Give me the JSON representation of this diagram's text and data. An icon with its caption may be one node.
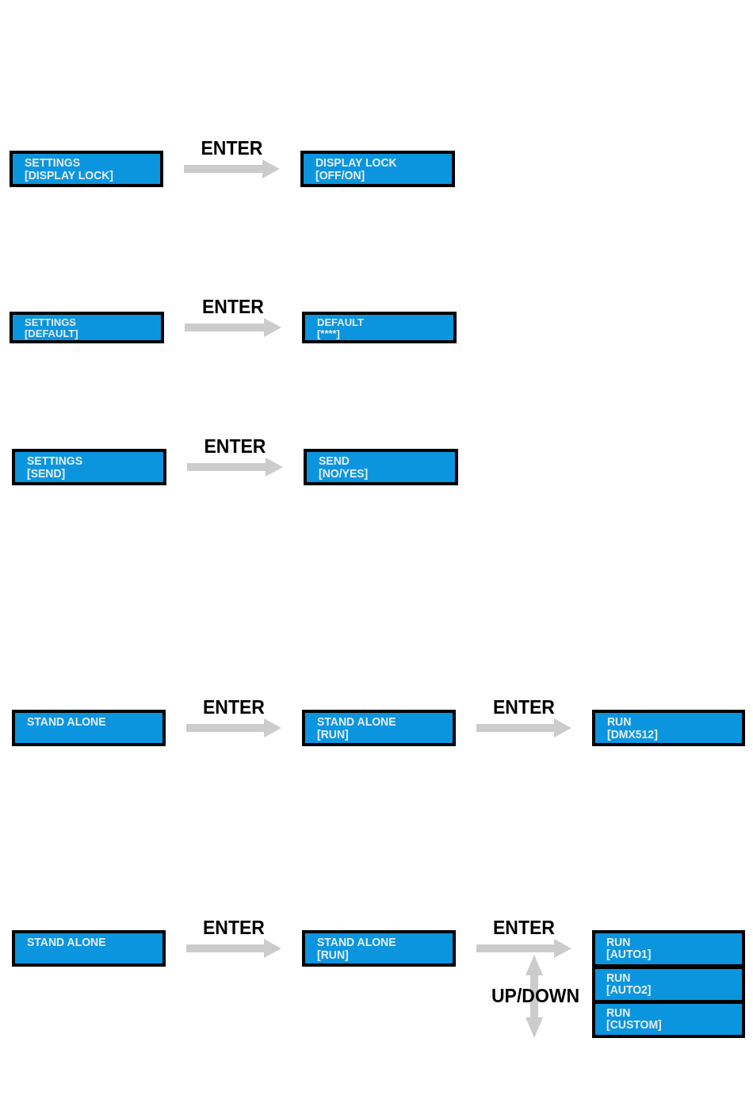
{
  "diagram": {
    "nodes": [
      {
        "text": [
          "SETTINGS",
          "[DISPLAY LOCK]"
        ]
      },
      {
        "text": [
          "DISPLAY LOCK",
          "[OFF/ON]"
        ]
      },
      {
        "text": [
          "SETTINGS",
          "[DEFAULT]"
        ]
      },
      {
        "text": [
          "DEFAULT",
          "[****]"
        ]
      },
      {
        "text": [
          "SETTINGS",
          "[SEND]"
        ]
      },
      {
        "text": [
          "SEND",
          "[NO/YES]"
        ]
      },
      {
        "text": [
          "STAND ALONE"
        ]
      },
      {
        "text": [
          "STAND ALONE",
          "[RUN]"
        ]
      },
      {
        "text": [
          "RUN",
          "[DMX512]"
        ]
      },
      {
        "text": [
          "STAND ALONE"
        ]
      },
      {
        "text": [
          "STAND ALONE",
          "[RUN]"
        ]
      },
      {
        "text": [],
        "shape": "box"
      },
      {
        "text": [
          "RUN",
          "[AUTO1]"
        ],
        "in": 11
      },
      {
        "text": [
          "RUN",
          "[AUTO2]"
        ],
        "in": 11
      },
      {
        "text": [
          "RUN",
          "[CUSTOM]"
        ],
        "in": 11
      }
    ],
    "edges": [
      {
        "from": 0,
        "to": 1,
        "arrow": "to",
        "label": "ENTER"
      },
      {
        "from": 2,
        "to": 3,
        "arrow": "to",
        "label": "ENTER"
      },
      {
        "from": 4,
        "to": 5,
        "arrow": "to",
        "label": "ENTER"
      },
      {
        "from": 6,
        "to": 7,
        "arrow": "to",
        "label": "ENTER"
      },
      {
        "from": 7,
        "to": 8,
        "arrow": "to",
        "label": "ENTER"
      },
      {
        "from": 9,
        "to": 10,
        "arrow": "to",
        "label": "ENTER"
      },
      {
        "from": 10,
        "to": 11,
        "arrow": "to",
        "label": "ENTER"
      }
    ],
    "labels": [
      "UP/DOWN"
    ]
  }
}
